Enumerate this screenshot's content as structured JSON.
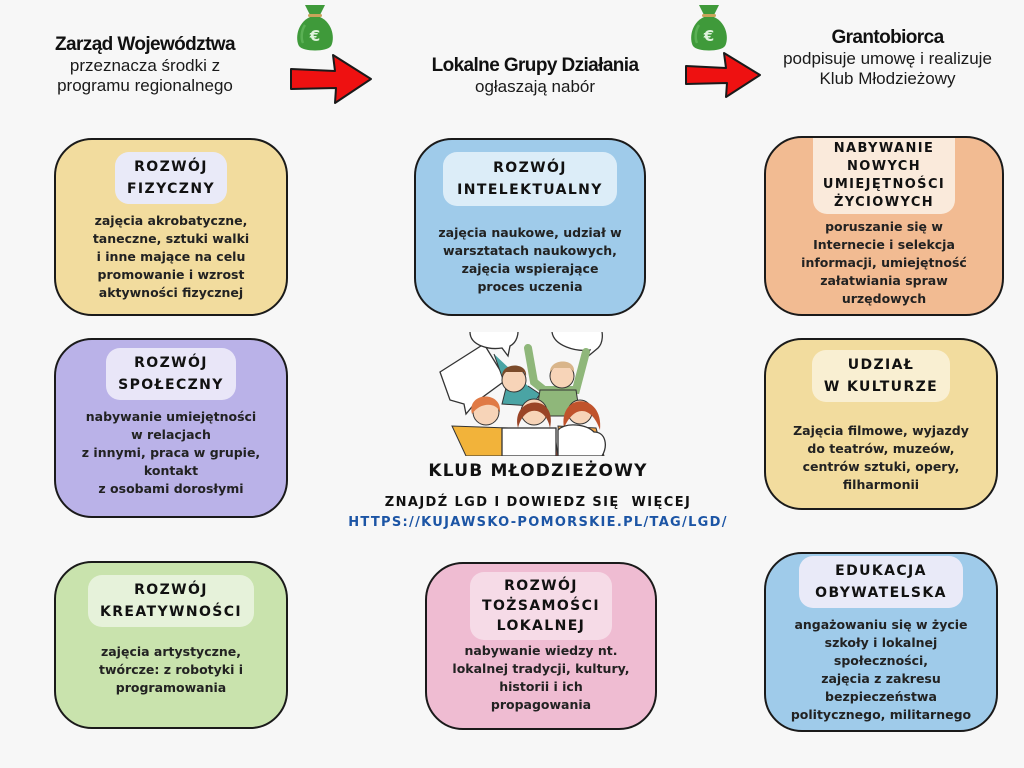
{
  "header": {
    "steps": [
      {
        "title": "Zarząd Województwa",
        "subtitle_lines": [
          "przeznacza środki z",
          "programu regionalnego"
        ]
      },
      {
        "title": "Lokalne Grupy Działania",
        "subtitle_lines": [
          "ogłaszają nabór"
        ]
      },
      {
        "title": "Grantobiorca",
        "subtitle_lines": [
          "podpisuje umowę i realizuje",
          "Klub Młodzieżowy"
        ]
      }
    ],
    "icons": {
      "money_bag": "money-bag-euro-icon",
      "arrow": "right-arrow-icon"
    },
    "colors": {
      "arrow": "#ee1111",
      "money_bag": "#3f9a3a"
    }
  },
  "cards": [
    {
      "id": "fizyczny",
      "title_lines": [
        "ROZWÓJ",
        "FIZYCZNY"
      ],
      "body": "zajęcia akrobatyczne,\ntaneczne, sztuki walki\ni inne mające na celu\npromowanie i wzrost\naktywności fizycznej",
      "bg": "#f2dc9e",
      "head_bg": "#e9eaf8"
    },
    {
      "id": "intelektualny",
      "title_lines": [
        "ROZWÓJ",
        "INTELEKTUALNY"
      ],
      "body": "zajęcia naukowe, udział w\nwarsztatach naukowych,\nzajęcia wspierające\nproces uczenia",
      "bg": "#9fcbea",
      "head_bg": "#dcedf8"
    },
    {
      "id": "umiejetnosci",
      "title_lines": [
        "NABYWANIE",
        "NOWYCH",
        "UMIEJĘTNOŚCI",
        "ŻYCIOWYCH"
      ],
      "body": "poruszanie się w\nInternecie i selekcja\ninformacji, umiejętność\nzałatwiania spraw\nurzędowych",
      "bg": "#f2bb92",
      "head_bg": "#faeadb"
    },
    {
      "id": "spoleczny",
      "title_lines": [
        "ROZWÓJ",
        "SPOŁECZNY"
      ],
      "body": "nabywanie umiejętności\nw relacjach\nz innymi, praca w grupie,\nkontakt\nz osobami dorosłymi",
      "bg": "#bab2e8",
      "head_bg": "#e9e6f8"
    },
    {
      "id": "kultura",
      "title_lines": [
        "UDZIAŁ",
        "W KULTURZE"
      ],
      "body": "Zajęcia filmowe, wyjazdy\ndo teatrów, muzeów,\ncentrów sztuki, opery,\nfilharmonii",
      "bg": "#f2dc9e",
      "head_bg": "#f9efd2"
    },
    {
      "id": "kreatywnosc",
      "title_lines": [
        "ROZWÓJ",
        "KREATYWNOŚCI"
      ],
      "body": "zajęcia artystyczne,\ntwórcze: z robotyki i\nprogramowania",
      "bg": "#c9e3ad",
      "head_bg": "#e6f2da"
    },
    {
      "id": "tozsamosc",
      "title_lines": [
        "ROZWÓJ",
        "TOŻSAMOŚCI",
        "LOKALNEJ"
      ],
      "body": "nabywanie wiedzy nt.\nlokalnej tradycji, kultury,\nhistorii i ich\npropagowania",
      "bg": "#efbcd2",
      "head_bg": "#f6dbe7"
    },
    {
      "id": "obywatelska",
      "title_lines": [
        "EDUKACJA",
        "OBYWATELSKA"
      ],
      "body": "angażowaniu się w życie\nszkoły i lokalnej\nspołeczności,\nzajęcia z zakresu\nbezpieczeństwa\npolitycznego, militarnego",
      "bg": "#9fcbea",
      "head_bg": "#e9eaf8"
    }
  ],
  "center": {
    "illustration": "group-of-young-people-holding-speech-bubbles",
    "club_title": "KLUB MŁODZIEŻOWY",
    "cta": "ZNAJDŹ LGD I DOWIEDZ SIĘ  WIĘCEJ",
    "link": "HTTPS://KUJAWSKO-POMORSKIE.PL/TAG/LGD/",
    "link_color": "#1c55a5"
  }
}
